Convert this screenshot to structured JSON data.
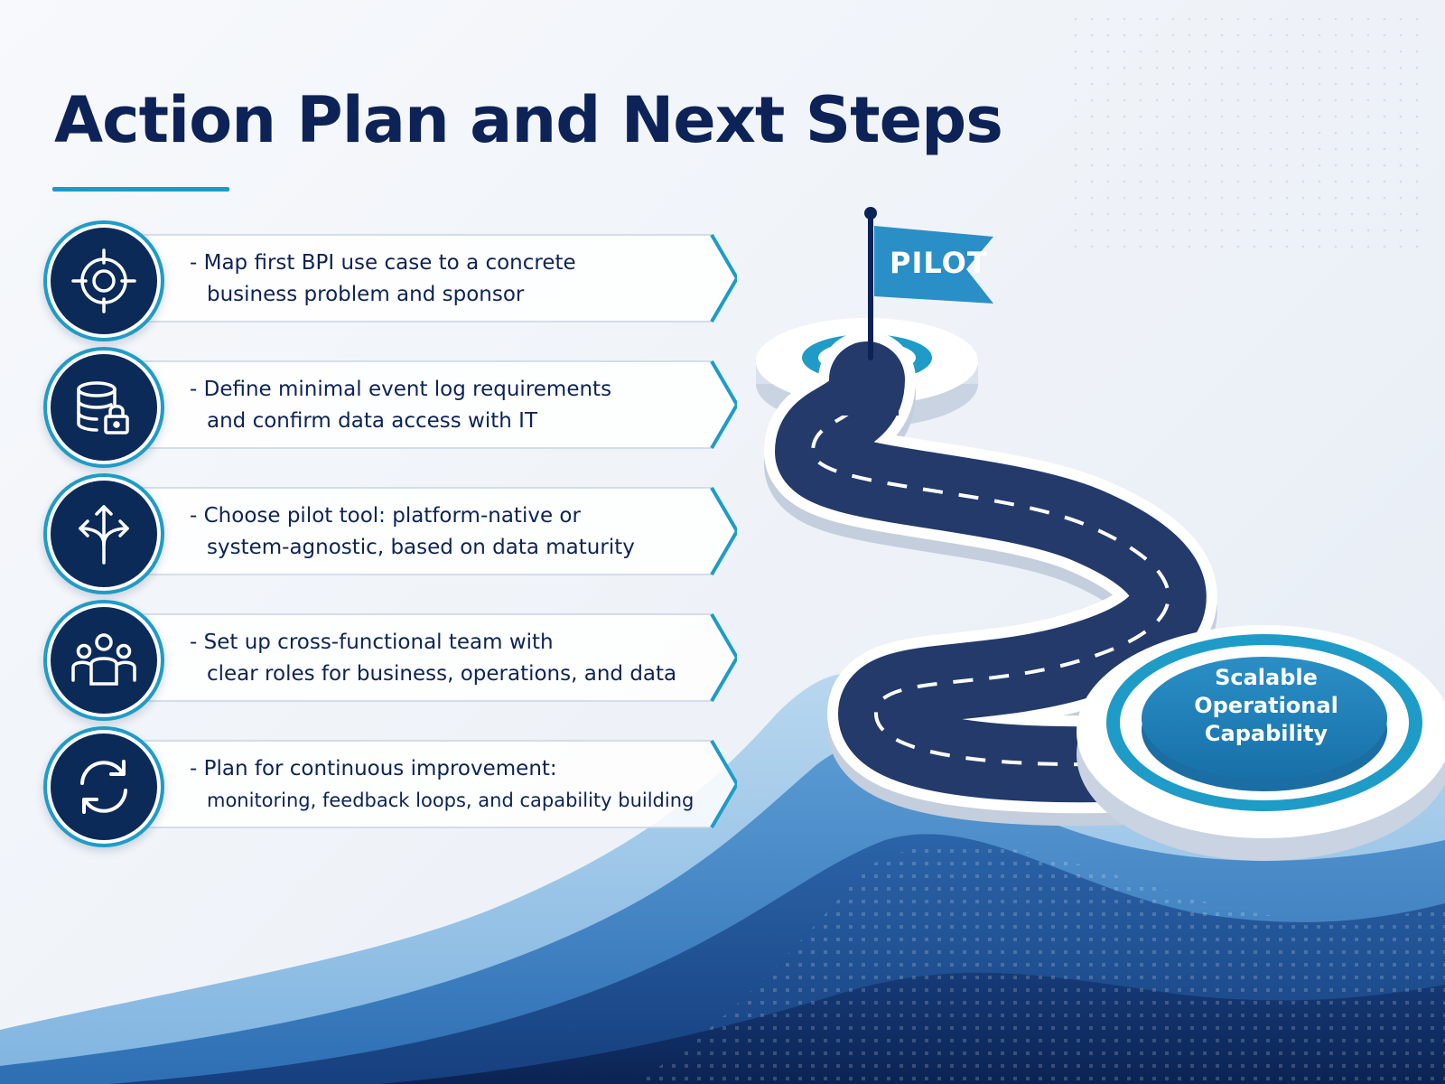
{
  "title": "Action Plan and Next Steps",
  "steps": [
    {
      "icon": "target-icon",
      "line1": "- Map first BPI use case to a concrete",
      "line2": "business problem and sponsor"
    },
    {
      "icon": "database-lock-icon",
      "line1": "- Define minimal event log requirements",
      "line2": "and confirm data access with IT"
    },
    {
      "icon": "split-arrows-icon",
      "line1": "- Choose pilot tool: platform-native or",
      "line2": "system-agnostic, based on data maturity"
    },
    {
      "icon": "team-icon",
      "line1": "- Set up cross-functional team with",
      "line2": "clear roles for business, operations, and data"
    },
    {
      "icon": "cycle-arrows-icon",
      "line1": "- Plan for continuous improvement:",
      "line2": "monitoring, feedback loops, and capability building"
    }
  ],
  "roadmap": {
    "flag_label": "PILOT",
    "goal_line1": "Scalable",
    "goal_line2": "Operational",
    "goal_line3": "Capability"
  },
  "colors": {
    "navy": "#0d2357",
    "teal": "#1f9bc7",
    "flag_blue": "#2a8fc6",
    "road": "#233a6b"
  }
}
